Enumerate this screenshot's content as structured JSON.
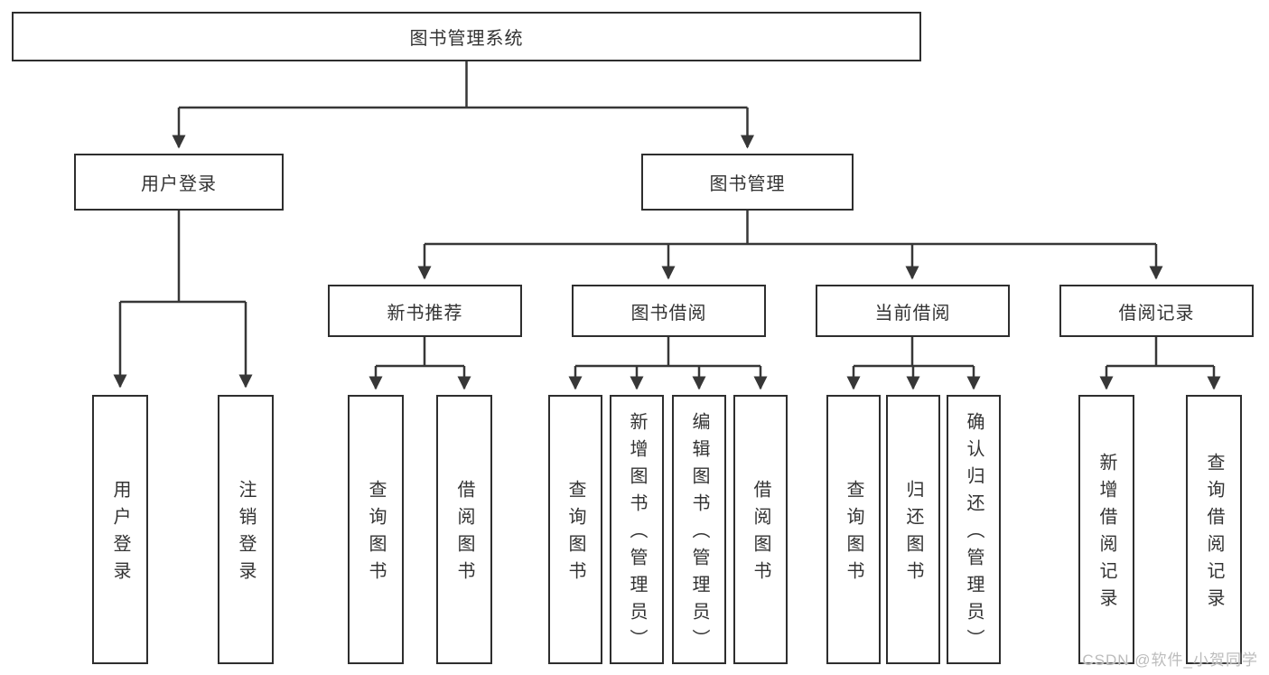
{
  "diagram": {
    "root": {
      "label": "图书管理系统"
    },
    "level2": [
      {
        "id": "user-login",
        "label": "用户登录"
      },
      {
        "id": "book-management",
        "label": "图书管理"
      }
    ],
    "level3": [
      {
        "id": "new-book-recommendation",
        "label": "新书推荐"
      },
      {
        "id": "book-borrowing",
        "label": "图书借阅"
      },
      {
        "id": "current-borrowing",
        "label": "当前借阅"
      },
      {
        "id": "borrowing-records",
        "label": "借阅记录"
      }
    ],
    "leaves": {
      "user_login": [
        "用户登录",
        "注销登录"
      ],
      "new_book": [
        "查询图书",
        "借阅图书"
      ],
      "book_borrow": [
        "查询图书",
        "新增图书（管理员）",
        "编辑图书（管理员）",
        "借阅图书"
      ],
      "current_borrow": [
        "查询图书",
        "归还图书",
        "确认归还（管理员）"
      ],
      "borrow_records": [
        "新增借阅记录",
        "查询借阅记录"
      ]
    }
  },
  "watermark": {
    "text": "CSDN @软件_小贺同学"
  },
  "colors": {
    "line": "#373737",
    "box_border": "#2e2e2e",
    "text": "#333333",
    "watermark": "#bcbcbc",
    "background": "#ffffff"
  }
}
